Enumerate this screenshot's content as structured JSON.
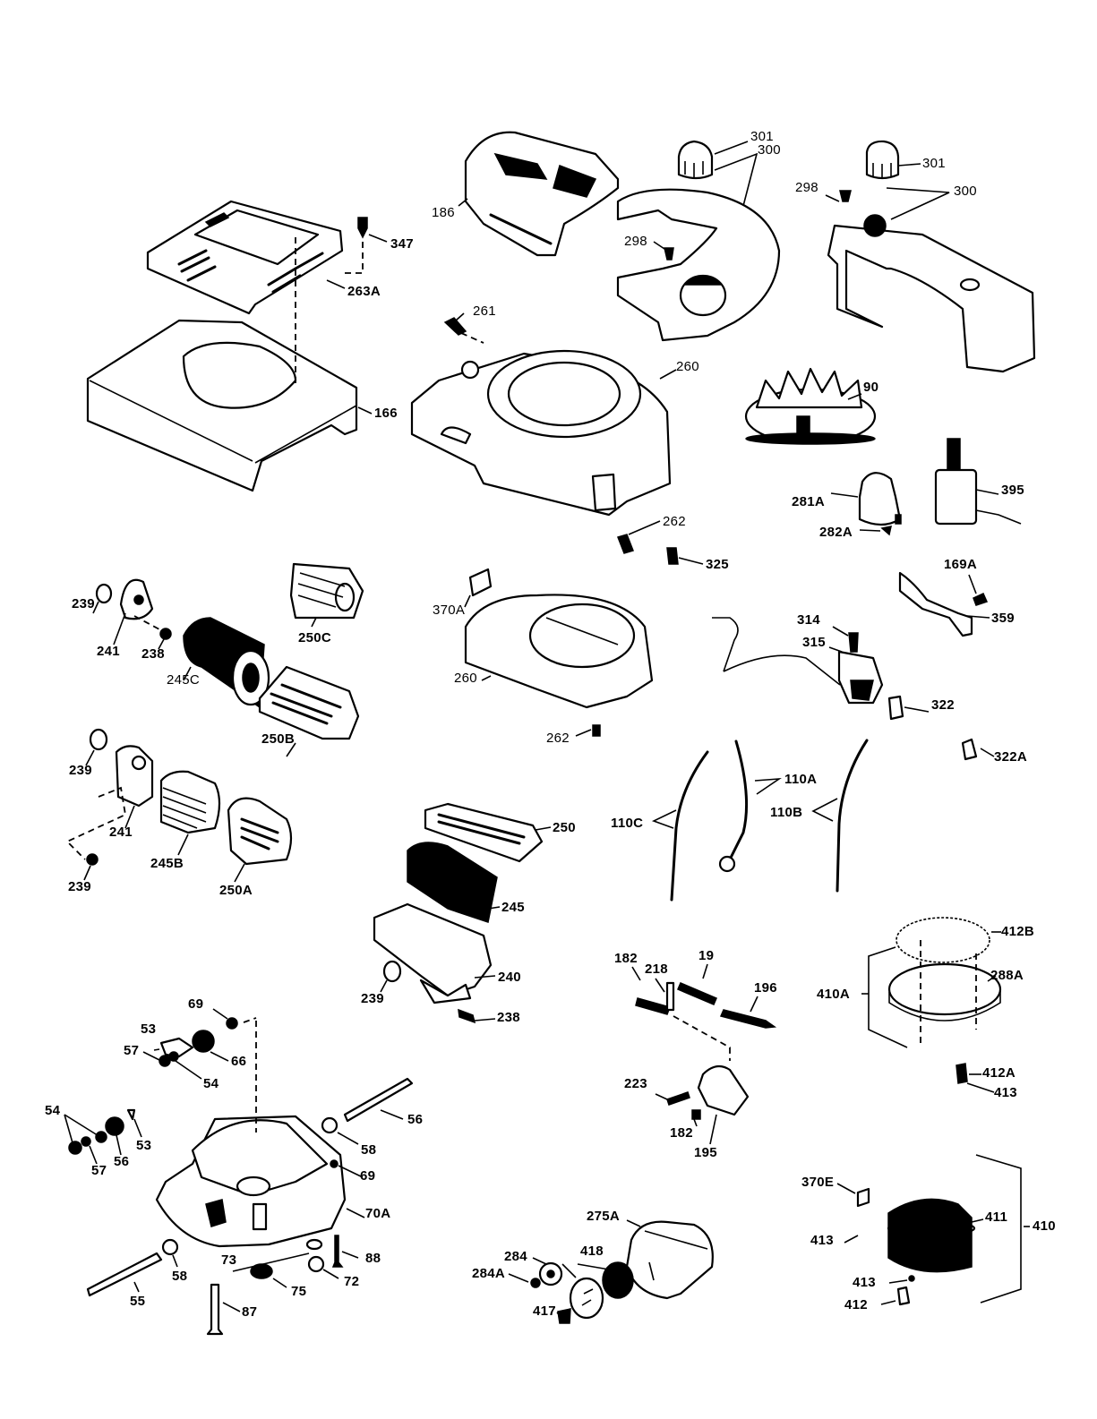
{
  "title": "Engine exploded-view parts diagram",
  "labels": {
    "p347": "347",
    "p263A": "263A",
    "p166a": "166",
    "p186": "186",
    "p301a": "301",
    "p300a": "300",
    "p298a": "298",
    "p298b": "298",
    "p301b": "301",
    "p300b": "300",
    "p261": "261",
    "p260a": "260",
    "p262a": "262",
    "p325": "325",
    "p90": "90",
    "p281A": "281A",
    "p282A": "282A",
    "p395": "395",
    "p239a": "239",
    "p241a": "241",
    "p238a": "238",
    "p245C": "245C",
    "p250C": "250C",
    "p250B": "250B",
    "p239b": "239",
    "p241b": "241",
    "p239c": "239",
    "p245B": "245B",
    "p250A": "250A",
    "p370A": "370A",
    "p260b": "260",
    "p262b": "262",
    "p169A": "169A",
    "p359": "359",
    "p314": "314",
    "p315": "315",
    "p322": "322",
    "p322A": "322A",
    "p110A": "110A",
    "p110B": "110B",
    "p110C": "110C",
    "p250": "250",
    "p245": "245",
    "p240": "240",
    "p239d": "239",
    "p238b": "238",
    "p182a": "182",
    "p218": "218",
    "p19": "19",
    "p196": "196",
    "p223": "223",
    "p182b": "182",
    "p195": "195",
    "p412B": "412B",
    "p288A": "288A",
    "p410A": "410A",
    "p412A": "412A",
    "p413a": "413",
    "p69a": "69",
    "p53a": "53",
    "p57a": "57",
    "p66": "66",
    "p54a": "54",
    "p54b": "54",
    "p57b": "57",
    "p56a": "56",
    "p53b": "53",
    "p56b": "56",
    "p58a": "58",
    "p69b": "69",
    "p70A": "70A",
    "p88": "88",
    "p73": "73",
    "p72": "72",
    "p75": "75",
    "p58b": "58",
    "p55": "55",
    "p87": "87",
    "p275A": "275A",
    "p284": "284",
    "p284A": "284A",
    "p418": "418",
    "p417": "417",
    "p370E": "370E",
    "p411": "411",
    "p410": "410",
    "p413b": "413",
    "p413c": "413",
    "p412": "412"
  }
}
